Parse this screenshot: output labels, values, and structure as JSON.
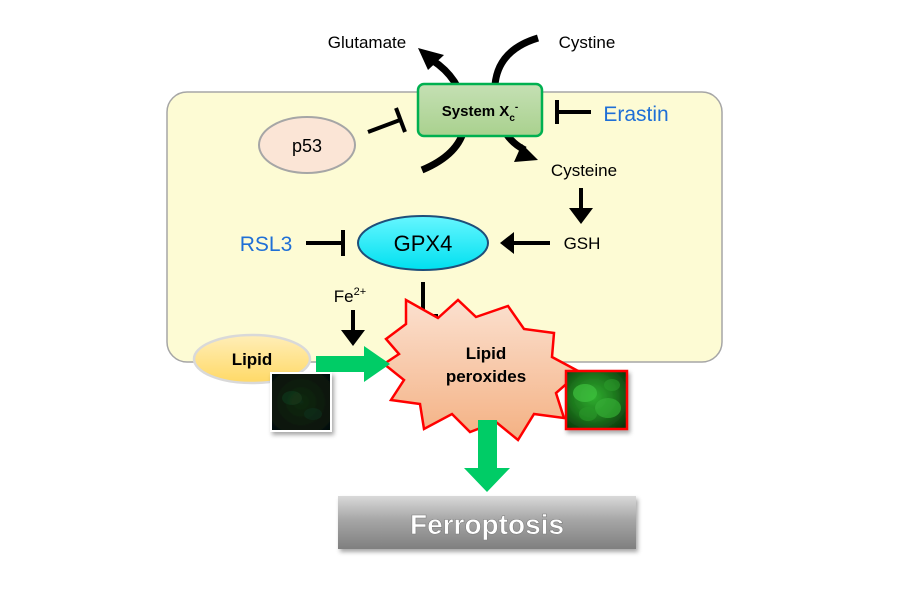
{
  "labels": {
    "glutamate": "Glutamate",
    "cystine": "Cystine",
    "system_prefix": "System X",
    "system_sub": "c",
    "system_sup": "-",
    "erastin": "Erastin",
    "p53": "p53",
    "cysteine": "Cysteine",
    "gsh": "GSH",
    "gpx4": "GPX4",
    "rsl3": "RSL3",
    "fe": "Fe",
    "fe_sup": "2+",
    "lipid": "Lipid",
    "lipid_peroxides_line1": "Lipid",
    "lipid_peroxides_line2": "peroxides",
    "ferroptosis": "Ferroptosis"
  },
  "colors": {
    "inhibitor_text": "#1F6FD6",
    "cell_fill": "#FDFBD4",
    "system_fill": "#A9D18E",
    "system_stroke": "#00B050",
    "gpx4_fill": "#00F0FF",
    "p53_fill": "#FBE5D6",
    "lipid_fill": "#FFE699",
    "peroxide_fill": "#F8CBAD",
    "peroxide_stroke": "#FF0000",
    "green_arrow": "#00CC66"
  },
  "icons": {
    "micrograph_control": "dark-micrograph",
    "micrograph_positive": "green-fluorescence-micrograph"
  }
}
